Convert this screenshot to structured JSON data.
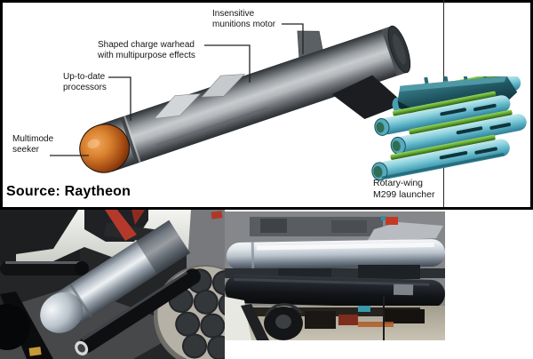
{
  "figure": {
    "callouts": {
      "motor": {
        "line1": "Insensitive",
        "line2": "munitions motor"
      },
      "warhead": {
        "line1": "Shaped charge warhead",
        "line2": "with multipurpose effects"
      },
      "processors": {
        "line1": "Up-to-date",
        "line2": "processors"
      },
      "seeker": {
        "line1": "Multimode",
        "line2": "seeker"
      }
    },
    "launcher_caption": {
      "line1": "Rotary-wing",
      "line2": "M299 launcher"
    },
    "source": "Source: Raytheon",
    "colors": {
      "panel_border": "#000000",
      "seeker_dome_orange": "#c86a28",
      "missile_body_gray": "#a9aeb1",
      "launcher_missile_teal": "#7ccad9",
      "launcher_rack_teal": "#1f4a50",
      "launch_rail_green": "#5aa032",
      "photo_strap_red": "#b5392a"
    }
  }
}
